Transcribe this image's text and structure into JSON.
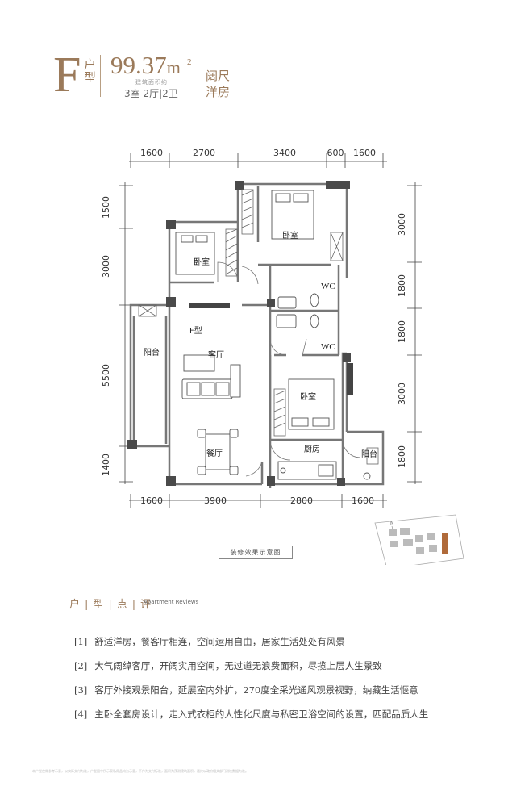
{
  "header": {
    "letter": "F",
    "type_label": "户型",
    "area": "99.37",
    "area_unit": "m",
    "area_sup": "2",
    "area_caption": "建筑面积约",
    "rooms": "3室 2厅|2卫",
    "series": "阔尺洋房"
  },
  "plan": {
    "dims_top": [
      "1600",
      "2700",
      "3400",
      "600",
      "1600"
    ],
    "dims_bottom": [
      "1600",
      "3900",
      "2800",
      "1600"
    ],
    "dims_left": [
      "1500",
      "3000",
      "5500",
      "1400"
    ],
    "dims_right": [
      "3000",
      "1800",
      "1800",
      "3000",
      "1800"
    ],
    "rooms": {
      "bedroom_top": "卧室",
      "bedroom_left": "卧室",
      "bedroom_bottom": "卧室",
      "wc1": "WC",
      "wc2": "WC",
      "balcony_left": "阳台",
      "balcony_right": "阳台",
      "living": "客厅",
      "dining": "餐厅",
      "kitchen": "厨房",
      "type_mark": "F型"
    },
    "north_mark": "N"
  },
  "caption": "装修效果示意图",
  "reviews": {
    "title": "户|型|点|评",
    "title_en": "Apartment Reviews",
    "items": [
      {
        "num": "[1]",
        "text": "舒适洋房，餐客厅相连，空间运用自由，居家生活处处有风景"
      },
      {
        "num": "[2]",
        "text": "大气阔绰客厅，开阔实用空间，无过道无浪费面积，尽揽上层人生景致"
      },
      {
        "num": "[3]",
        "text": "客厅外接观景阳台，延展室内外扩，270度全采光通风观景视野，纳藏生活惬意"
      },
      {
        "num": "[4]",
        "text": "主卧全套房设计，走入式衣柜的人性化尺度与私密卫浴空间的设置，匹配品质人生"
      }
    ]
  },
  "disclaimer": "本户型仅做参考示意，以实际交付为准，户型图中所示家私用品均为示意，不作为交付标准，面积为预测建筑面积，最终以政府相关部门测绘数据为准。"
}
